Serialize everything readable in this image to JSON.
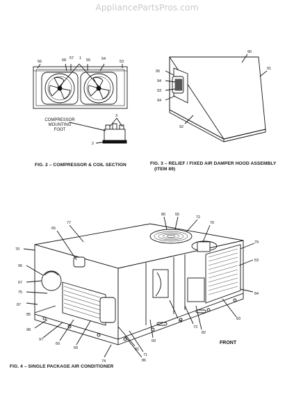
{
  "watermark": "AppliancePartsPros.com",
  "fig2": {
    "caption": "FIG. 2 – COMPRESSOR & COIL SECTION",
    "note_line1": "COMPRESSOR",
    "note_line2": "MOUNTING",
    "note_line3": "FOOT",
    "labels": [
      "56",
      "58",
      "57",
      "1",
      "55",
      "54",
      "53",
      "3",
      "2"
    ]
  },
  "fig3": {
    "caption_line1": "FIG. 3 – RELIEF / FIXED AIR DAMPER HOOD ASSEMBLY",
    "caption_line2": "(ITEM 89)",
    "labels": [
      "90",
      "95",
      "91",
      "94",
      "93",
      "94",
      "92"
    ]
  },
  "fig4": {
    "caption": "FIG. 4 – SINGLE PACKAGE AIR CONDITIONER",
    "front_label": "FRONT",
    "labels": [
      "80",
      "55",
      "72",
      "76",
      "65",
      "77",
      "79",
      "70",
      "53",
      "96",
      "67",
      "75",
      "84",
      "87",
      "83",
      "85",
      "82",
      "98",
      "73",
      "97",
      "78",
      "60",
      "69",
      "69",
      "81",
      "71",
      "86",
      "74"
    ]
  }
}
